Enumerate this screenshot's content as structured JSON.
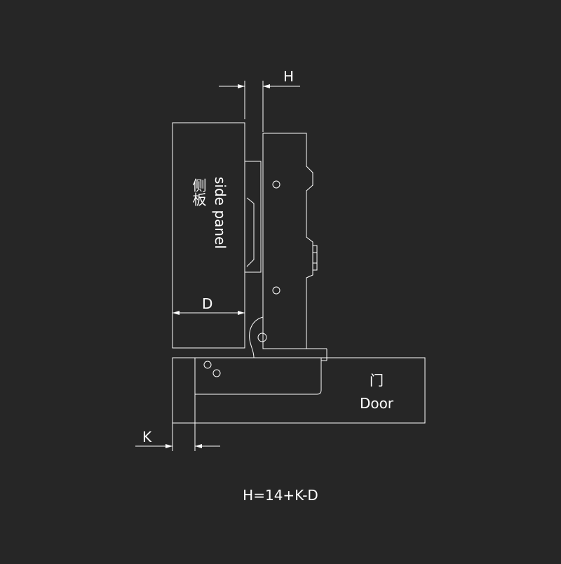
{
  "colors": {
    "background": "#262626",
    "line": "#ffffff"
  },
  "labels": {
    "h": "H",
    "d": "D",
    "k": "K",
    "side_panel_cn": "侧板",
    "side_panel_en": "side panel",
    "door_cn": "门",
    "door_en": "Door",
    "formula": "H=14+K-D"
  }
}
